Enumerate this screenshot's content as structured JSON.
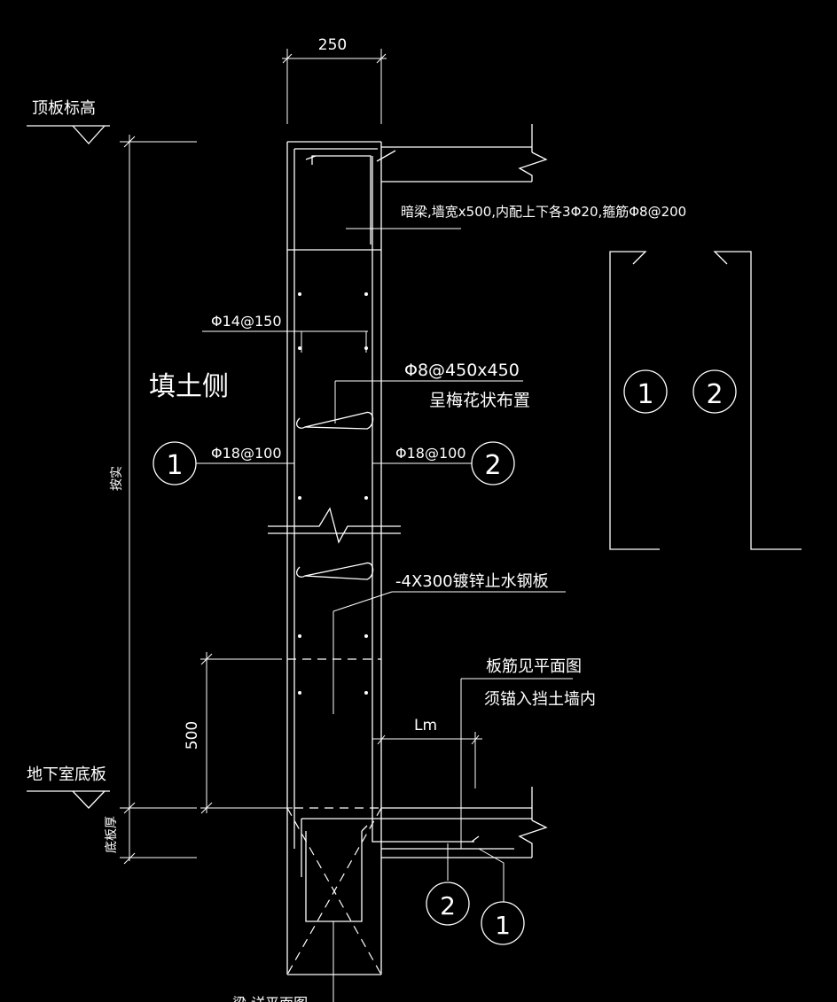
{
  "dims": {
    "wall_thickness": "250",
    "height": "按实",
    "anchor_zone": "500",
    "lm": "Lm",
    "slab_thickness": "底板厚"
  },
  "levels": {
    "top": "顶板标高",
    "bottom": "地下室底板"
  },
  "side_label": "填土侧",
  "callouts": {
    "hidden_beam": "暗梁,墙宽x500,内配上下各3Φ20,箍筋Φ8@200",
    "horizontal_bar": "Φ14@150",
    "tie_bar_line1": "Φ8@450x450",
    "tie_bar_line2": "呈梅花状布置",
    "left_vertical": "Φ18@100",
    "right_vertical": "Φ18@100",
    "waterstop": "-4X300镀锌止水钢板",
    "slab_note_line1": "板筋见平面图",
    "slab_note_line2": "须锚入挡土墙内",
    "bottom_partial": "梁  详平面图"
  },
  "markers": {
    "m1": "1",
    "m2": "2",
    "detail1": "1",
    "detail2": "2",
    "bottom1": "2",
    "bottom2": "1"
  },
  "colors": {
    "background": "#000000",
    "line": "#ffffff"
  }
}
